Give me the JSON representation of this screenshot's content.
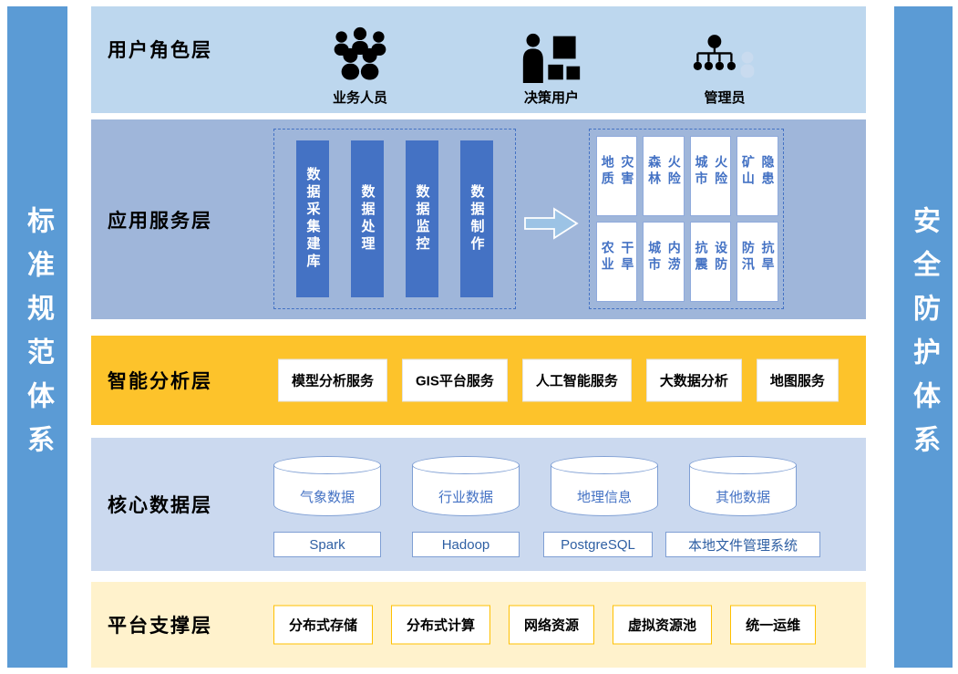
{
  "pillars": {
    "left": "标准规范体系",
    "right": "安全防护体系"
  },
  "layers": {
    "user_role": {
      "label": "用户角色层",
      "roles": [
        {
          "name": "业务人员",
          "icon": "business-users-icon"
        },
        {
          "name": "决策用户",
          "icon": "decision-user-icon"
        },
        {
          "name": "管理员",
          "icon": "admin-icon"
        }
      ]
    },
    "app_service": {
      "label": "应用服务层",
      "pipeline": [
        "数据采集建库",
        "数据处理",
        "数据监控",
        "数据制作"
      ],
      "applications": [
        "地质灾害",
        "森林火险",
        "城市火险",
        "矿山隐患",
        "农业干旱",
        "城市内涝",
        "抗震设防",
        "防汛抗旱"
      ]
    },
    "analysis": {
      "label": "智能分析层",
      "services": [
        "模型分析服务",
        "GIS平台服务",
        "人工智能服务",
        "大数据分析",
        "地图服务"
      ]
    },
    "core_data": {
      "label": "核心数据层",
      "databases": [
        "气象数据",
        "行业数据",
        "地理信息",
        "其他数据"
      ],
      "storage": [
        "Spark",
        "Hadoop",
        "PostgreSQL",
        "本地文件管理系统"
      ]
    },
    "platform": {
      "label": "平台支撑层",
      "resources": [
        "分布式存储",
        "分布式计算",
        "网络资源",
        "虚拟资源池",
        "统一运维"
      ]
    }
  },
  "colors": {
    "pillar": "#5B9BD5",
    "user_layer_bg": "#BDD7EE",
    "app_layer_bg": "#9FB6DA",
    "analysis_layer_bg": "#FDC32B",
    "data_layer_bg": "#CBD9EF",
    "platform_layer_bg": "#FFF2CC",
    "pipeline_bar": "#4472C4",
    "accent_blue": "#4472C4"
  }
}
